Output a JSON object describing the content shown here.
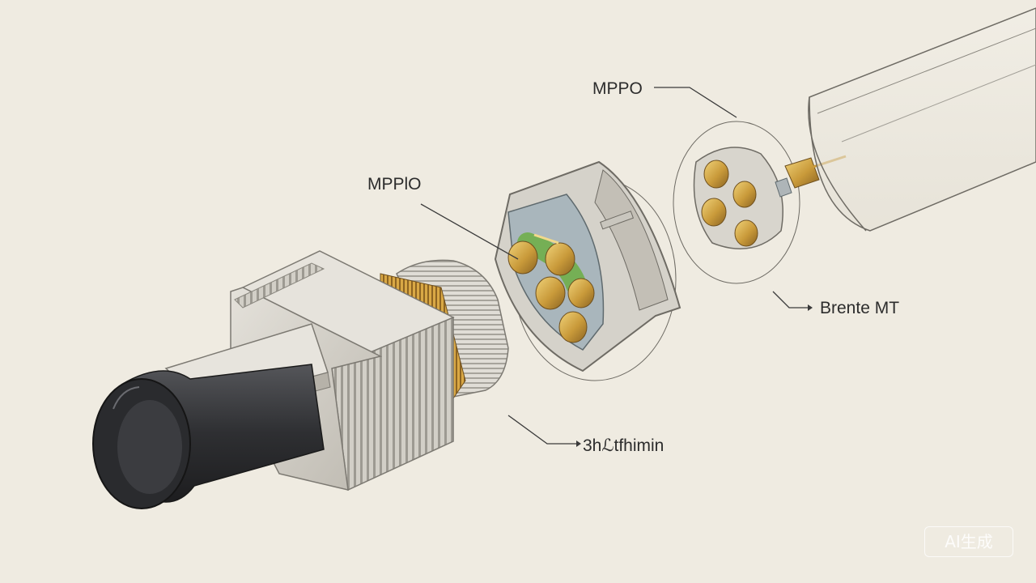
{
  "labels": {
    "top_right": "MPPO",
    "center": "MPPlO",
    "right": "Brente MT",
    "bottom": "3hℒtfhimin"
  },
  "watermark": "AI生成",
  "colors": {
    "background": "#efebe1",
    "housing": "#d3d0c8",
    "housing_dark": "#9a978f",
    "boot": "#2f2f31",
    "brass": "#c99a3a",
    "line": "#3a3a3a"
  }
}
